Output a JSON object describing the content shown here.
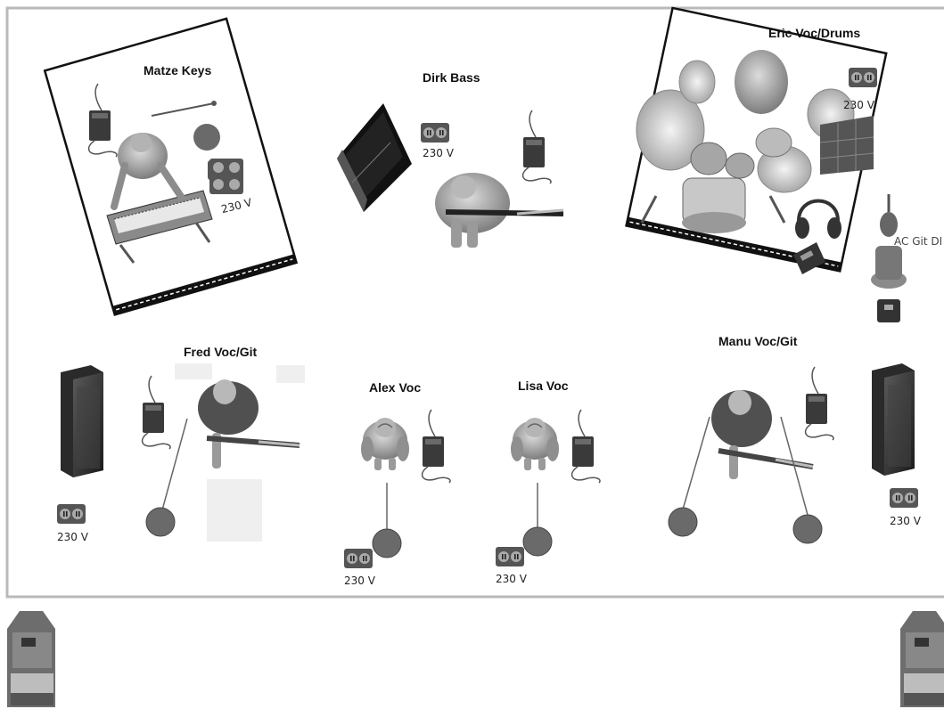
{
  "musicians": {
    "matze": "Matze Keys",
    "dirk": "Dirk Bass",
    "eric": "Eric Voc/Drums",
    "fred": "Fred Voc/Git",
    "alex": "Alex Voc",
    "lisa": "Lisa Voc",
    "manu": "Manu Voc/Git"
  },
  "power_label": "230 V",
  "di_label": "AC Git DI",
  "icons": [
    "riser",
    "keyboard",
    "bass-amp",
    "drum-kit",
    "guitar-amp",
    "mic-stand",
    "iem-bodypack",
    "power-outlet",
    "monitor-wedge",
    "headphones"
  ]
}
